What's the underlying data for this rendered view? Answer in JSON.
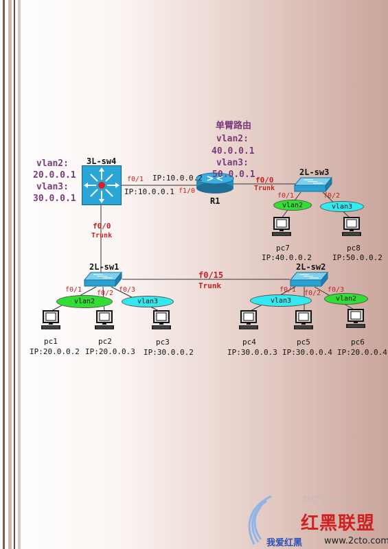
{
  "router_label": "单臂路由",
  "r1_vlan2_label": "vlan2:",
  "r1_vlan2_ip": "40.0.0.1",
  "r1_vlan3_label": "vlan3:",
  "r1_vlan3_ip": "50.0.0.1",
  "sw4_vlan2_label": "vlan2:",
  "sw4_vlan2_ip": "20.0.0.1",
  "sw4_vlan3_label": "vlan3:",
  "sw4_vlan3_ip": "30.0.0.1",
  "devices": {
    "sw4": "3L-sw4",
    "r1": "R1",
    "sw3": "2L-sw3",
    "sw1": "2L-sw1",
    "sw2": "2L-sw2"
  },
  "ports": {
    "sw4_f01": "f0/1",
    "sw4_ip": "IP:10.0.0.1",
    "r1_ip": "IP:10.0.0.2",
    "r1_f10": "f1/0",
    "r1_f00": "f0/0",
    "r1_trunk": "Trunk",
    "sw3_f01": "f0/1",
    "sw3_f02": "f0/2",
    "sw4_f00": "f0/0",
    "sw4_trunk": "Trunk",
    "sw1_f01": "f0/1",
    "sw1_f02": "f0/2",
    "sw1_f03": "f0/3",
    "sw12_f015": "f0/15",
    "sw12_trunk": "Trunk",
    "sw2_f01": "f0/1",
    "sw2_f02": "f0/2",
    "sw2_f03": "f0/3"
  },
  "vlans": {
    "sw3_v2": "vlan2",
    "sw3_v3": "vlan3",
    "sw1_v2": "vlan2",
    "sw1_v3": "vlan3",
    "sw2_v3": "vlan3",
    "sw2_v2": "vlan2"
  },
  "pcs": [
    {
      "name": "pc7",
      "ip": "IP:40.0.0.2"
    },
    {
      "name": "pc8",
      "ip": "IP:50.0.0.2"
    },
    {
      "name": "pc1",
      "ip": "IP:20.0.0.2"
    },
    {
      "name": "pc2",
      "ip": "IP:20.0.0.3"
    },
    {
      "name": "pc3",
      "ip": "IP:30.0.0.2"
    },
    {
      "name": "pc4",
      "ip": "IP:30.0.0.3"
    },
    {
      "name": "pc5",
      "ip": "IP:30.0.0.4"
    },
    {
      "name": "pc6",
      "ip": "IP:20.0.0.4"
    }
  ],
  "watermark": {
    "logo": "红黑联盟",
    "site_cn": "我爱红黑",
    "site_en": "www.2cto.com",
    "faint": "51CTO.com"
  },
  "colors": {
    "vlan2": "#33dd33",
    "vlan3": "#33e8ee",
    "label_purple": "#7a3a7a",
    "port_red": "#c62020",
    "switch_blue": "#2aa6d8"
  }
}
